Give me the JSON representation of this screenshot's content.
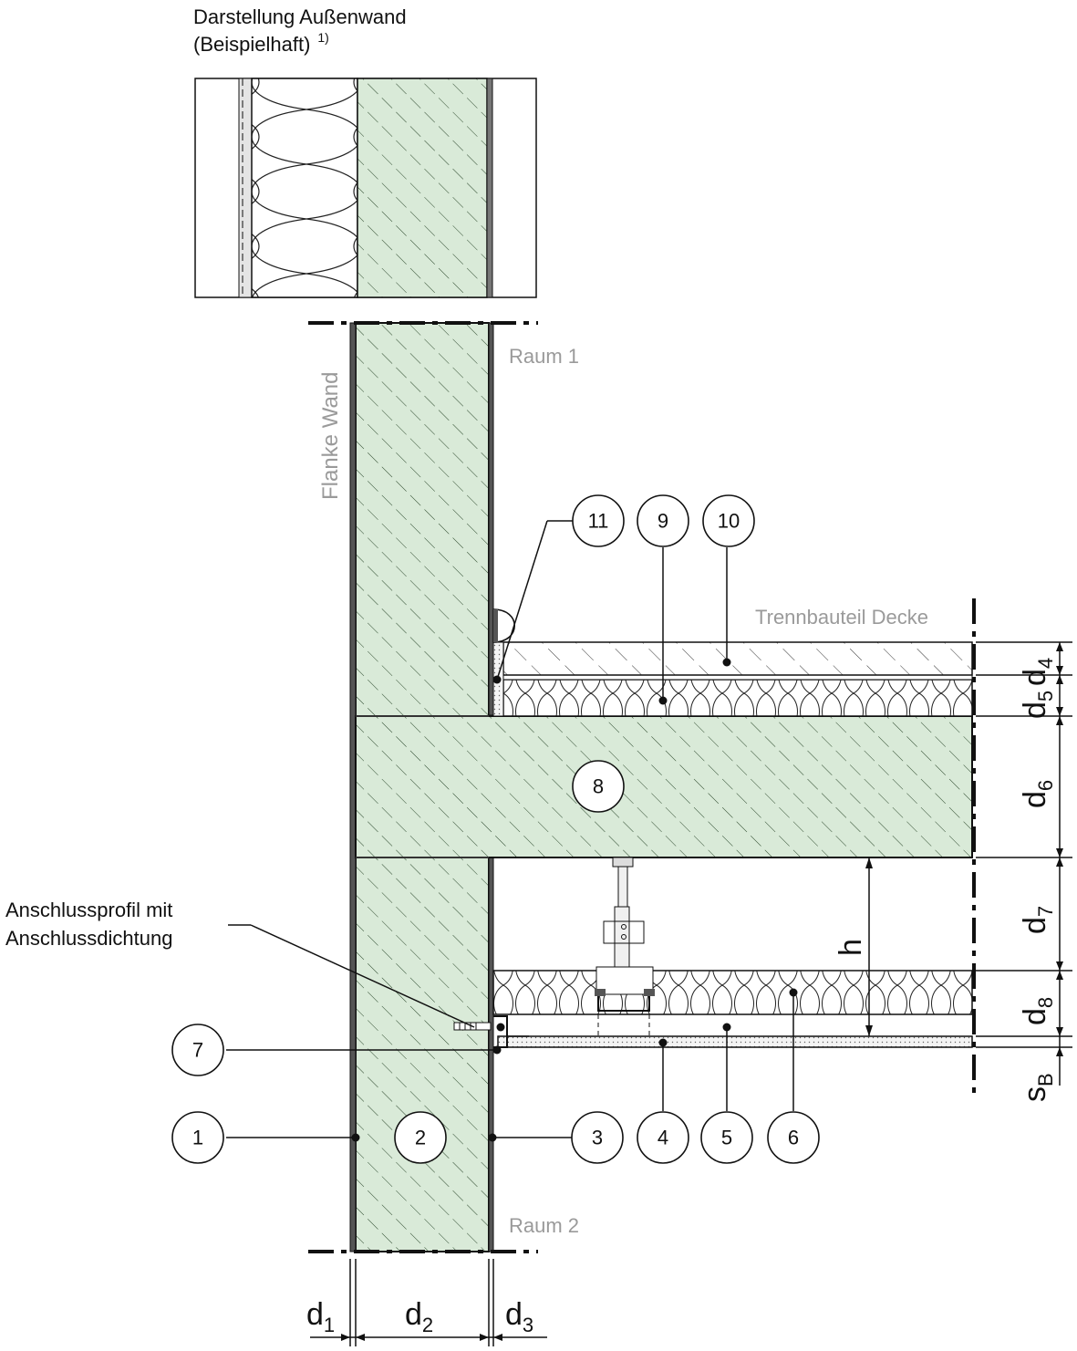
{
  "header": {
    "title_line1": "Darstellung Außenwand",
    "title_line2": "(Beispielhaft)",
    "title_sup": "1)"
  },
  "labels": {
    "flanke_wand": "Flanke Wand",
    "raum1": "Raum 1",
    "raum2": "Raum 2",
    "trennbauteil": "Trennbauteil Decke",
    "anschluss_line1": "Anschlussprofil mit",
    "anschluss_line2": "Anschlussdichtung"
  },
  "callouts": [
    "1",
    "2",
    "3",
    "4",
    "5",
    "6",
    "7",
    "8",
    "9",
    "10",
    "11"
  ],
  "dimensions": {
    "d": "d",
    "s": "s",
    "h": "h",
    "sub1": "1",
    "sub2": "2",
    "sub3": "3",
    "sub4": "4",
    "sub5": "5",
    "sub6": "6",
    "sub7": "7",
    "sub8": "8",
    "subB": "B"
  },
  "colors": {
    "concrete": "#d9ead8",
    "hatch": "#2e4a2e",
    "line": "#111111",
    "gray_text": "#9a9a9a"
  }
}
